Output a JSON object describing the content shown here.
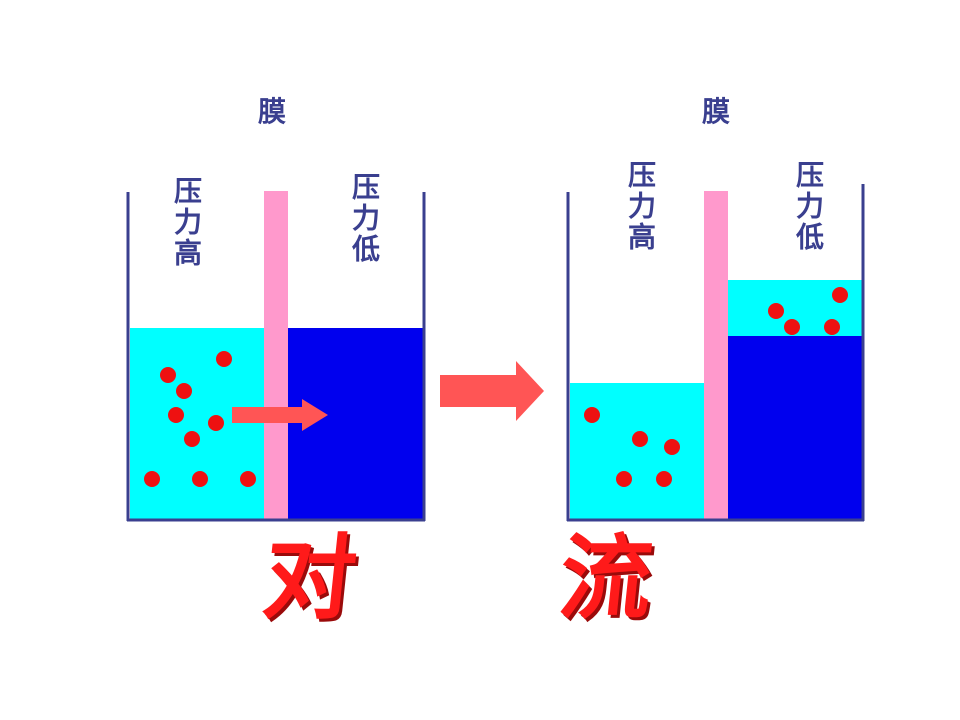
{
  "colors": {
    "high_pressure_liquid": "#00ffff",
    "low_pressure_liquid": "#0000ee",
    "membrane": "#ff99cc",
    "container_wall": "#3a3f8f",
    "particle": "#ee1111",
    "flow_arrow": "#ff5555",
    "title_text": "#ff1a1a"
  },
  "left_setup": {
    "membrane_label": "膜",
    "high_side_label": "压力高",
    "low_side_label": "压力低",
    "high_side_level": 0.59,
    "low_side_level": 0.59
  },
  "right_setup": {
    "membrane_label": "膜",
    "high_side_label": "压力高",
    "low_side_label": "压力低",
    "high_side_level": 0.41,
    "low_side_level": 0.73
  },
  "transition_arrow": "right-arrow",
  "title_chars": [
    "对",
    "流"
  ]
}
